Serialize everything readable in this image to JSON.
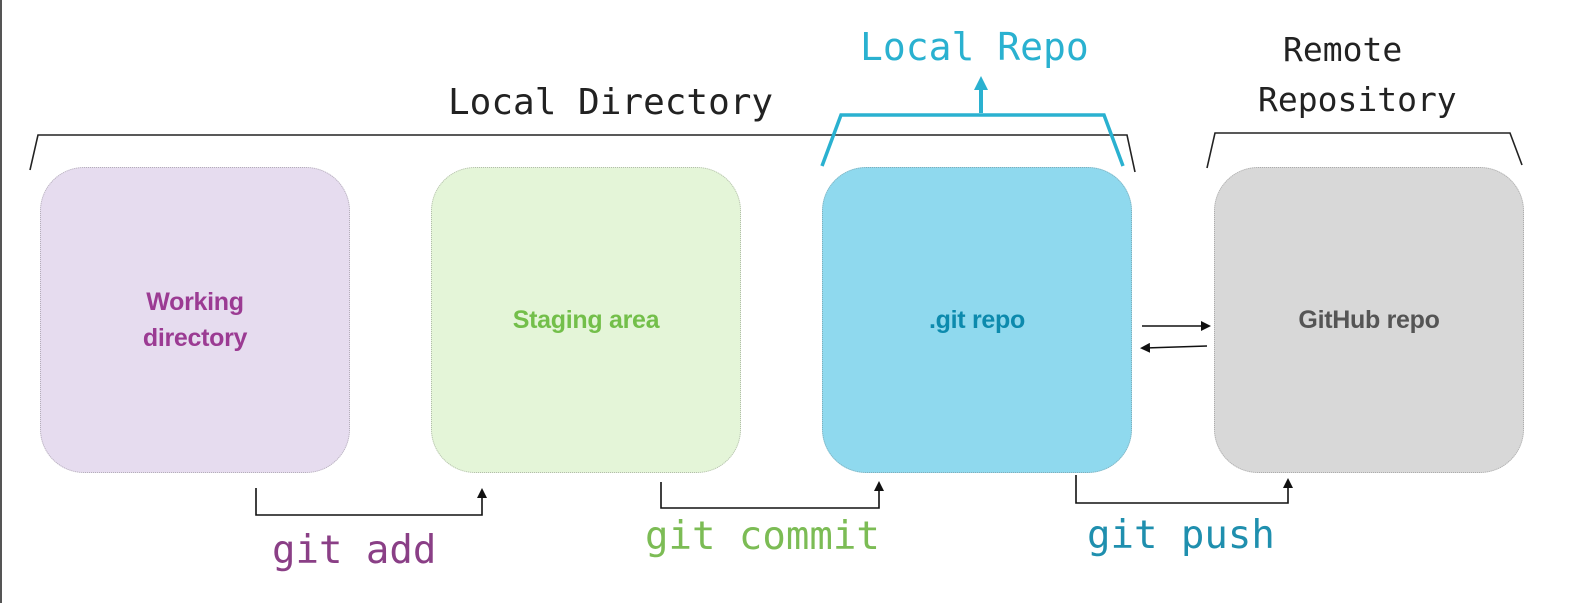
{
  "boxes": {
    "working": {
      "label_line1": "Working",
      "label_line2": "directory",
      "fill": "#e6dcef",
      "text_color": "#9b3b93"
    },
    "staging": {
      "label": "Staging area",
      "fill": "#e4f5d8",
      "text_color": "#73bf4a"
    },
    "git": {
      "label": ".git repo",
      "fill": "#8fd9ee",
      "text_color": "#0c8aad"
    },
    "github": {
      "label": "GitHub repo",
      "fill": "#d8d8d8",
      "text_color": "#555555"
    }
  },
  "groups": {
    "local_directory": {
      "label": "Local Directory",
      "color": "#222222"
    },
    "local_repo": {
      "label": "Local Repo",
      "color": "#2ab1d0"
    },
    "remote_repository": {
      "label_line1": "Remote",
      "label_line2": "Repository",
      "color": "#222222"
    }
  },
  "commands": {
    "add": {
      "label": "git add",
      "color": "#8a3f86"
    },
    "commit": {
      "label": "git commit",
      "color": "#7cbc55"
    },
    "push": {
      "label": "git push",
      "color": "#1f8fae"
    }
  }
}
